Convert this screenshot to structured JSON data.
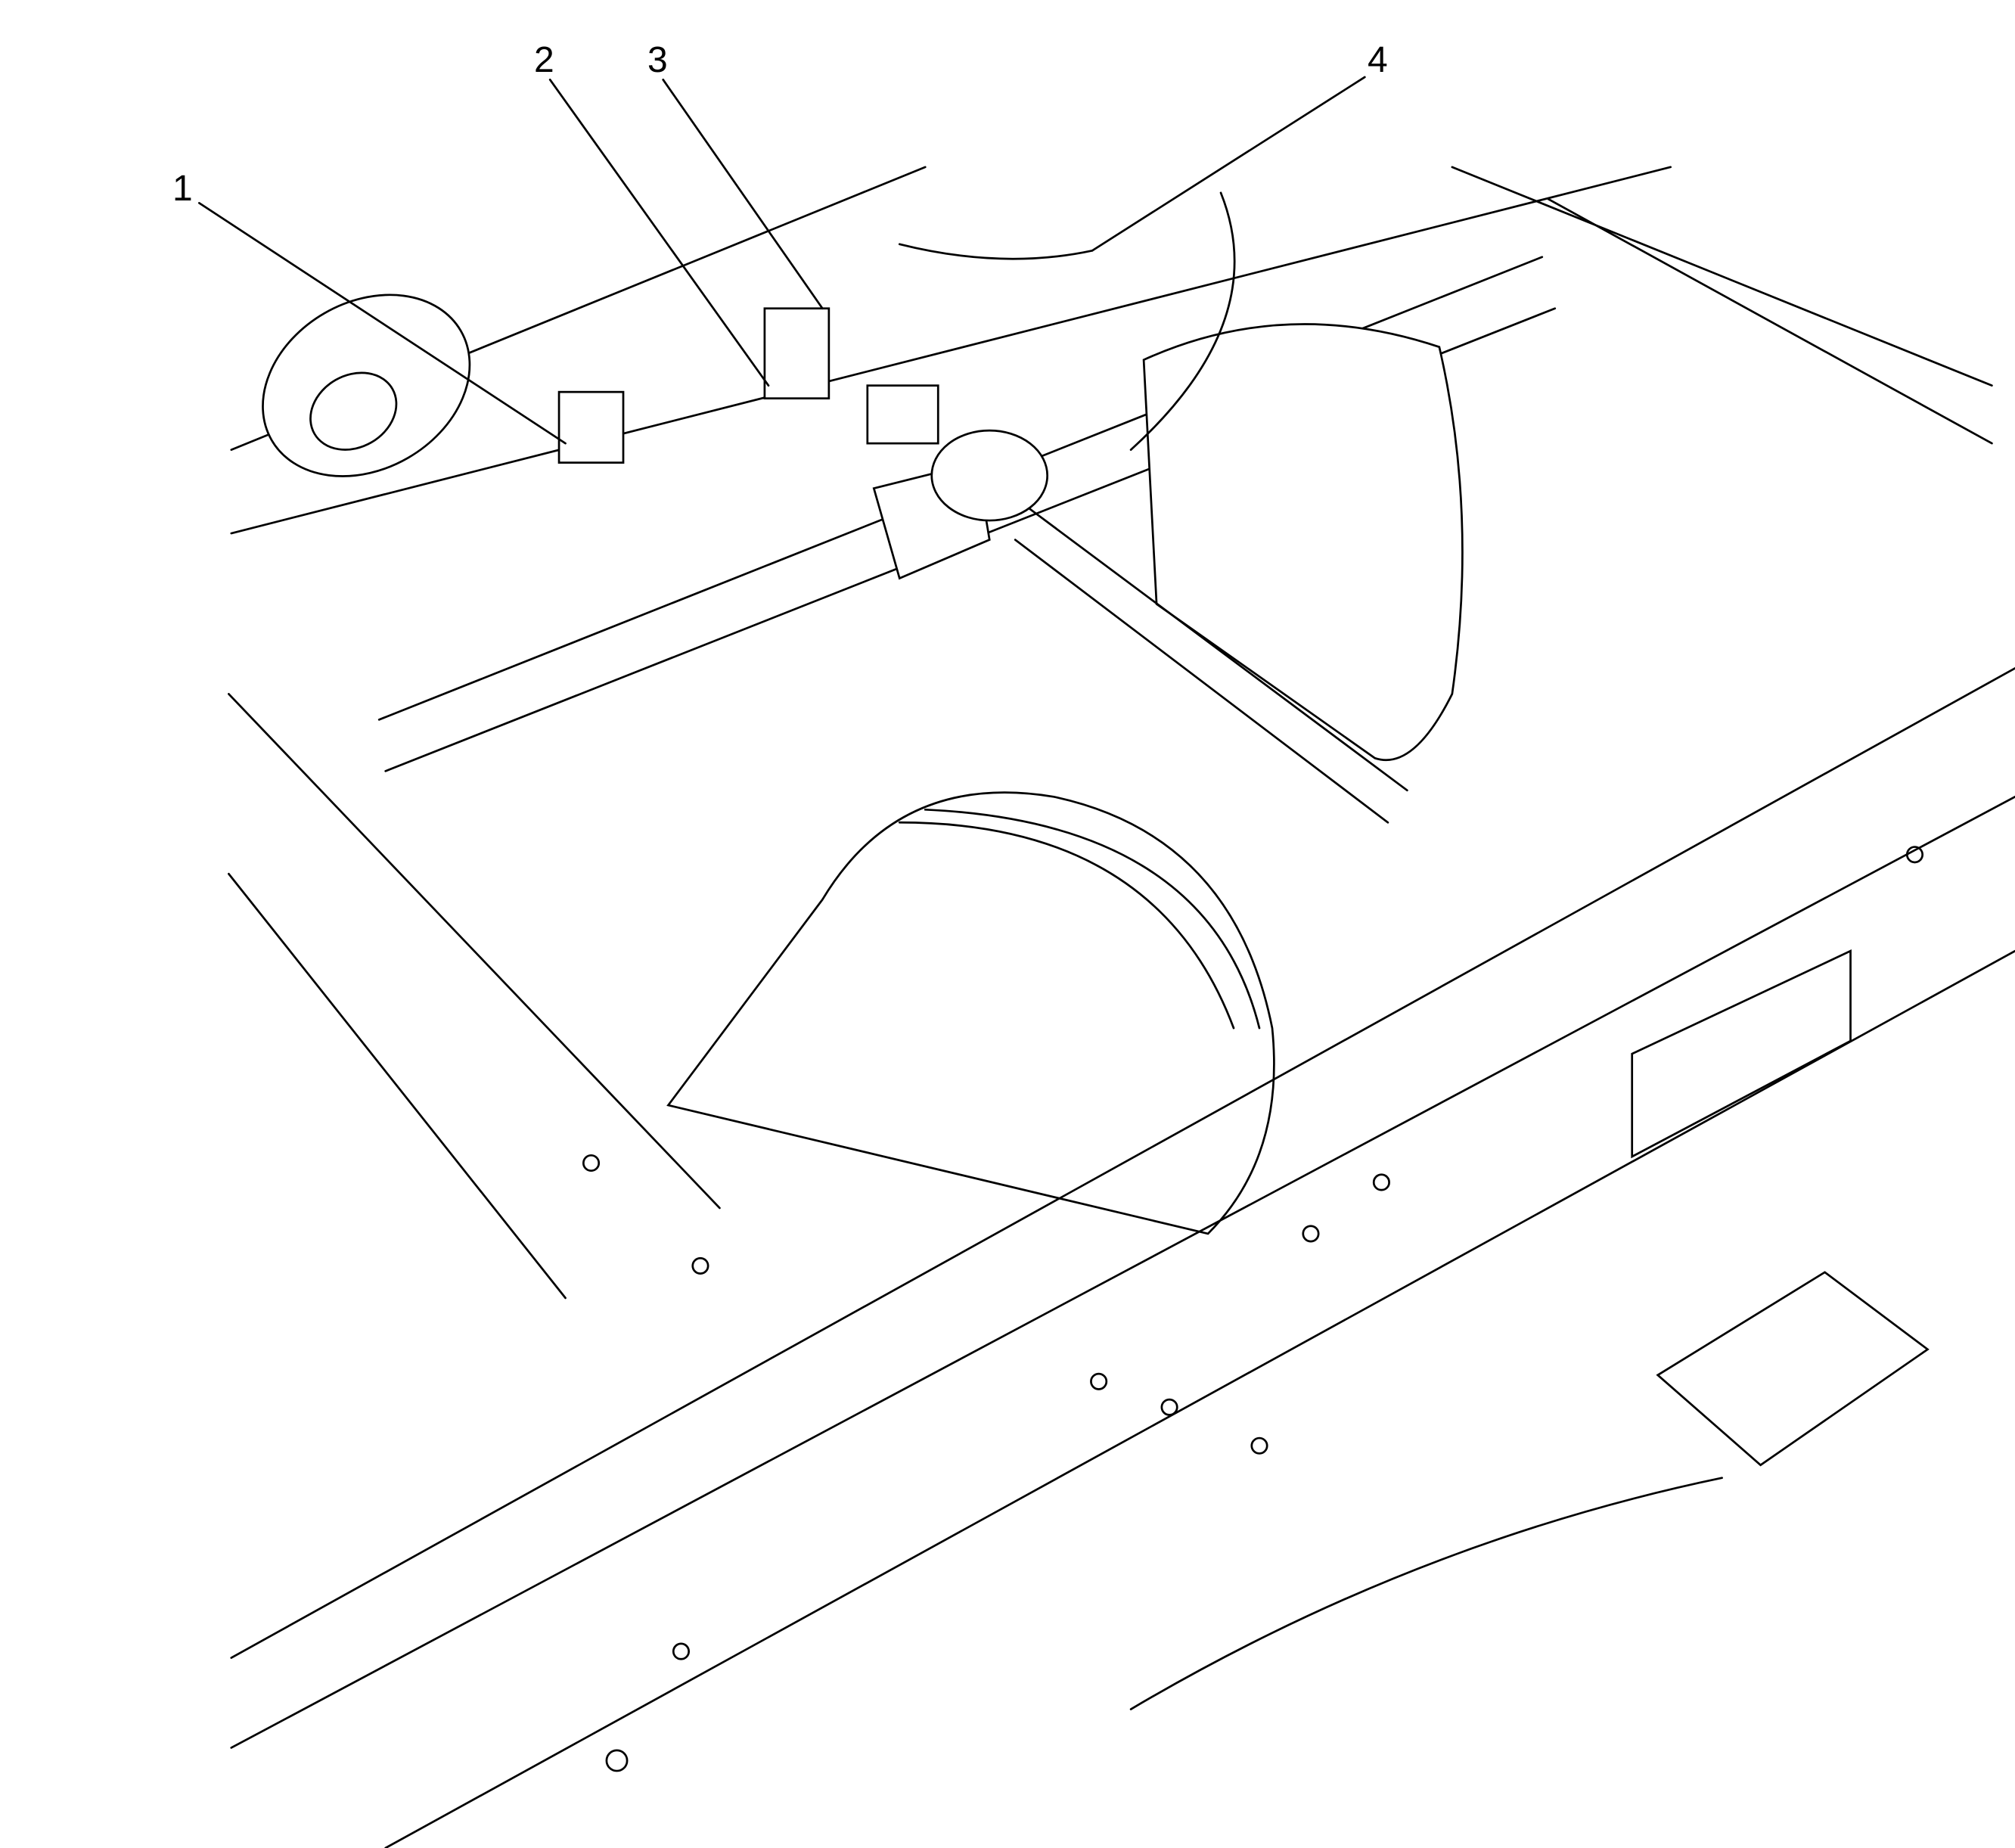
{
  "diagram": {
    "type": "technical-illustration",
    "callouts": [
      {
        "label": "1"
      },
      {
        "label": "2"
      },
      {
        "label": "3"
      },
      {
        "label": "4"
      }
    ],
    "colors": {
      "line": "#000000",
      "background": "#ffffff"
    }
  }
}
